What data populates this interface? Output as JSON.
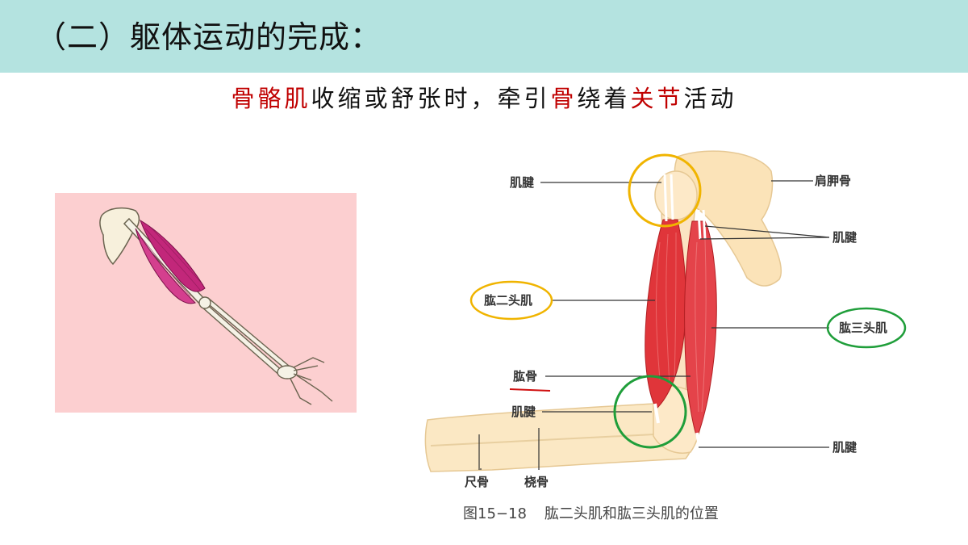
{
  "slide": {
    "title": "（二）躯体运动的完成：",
    "subtitle": {
      "part1": "骨骼肌",
      "part2": "收缩或舒张时，牵引",
      "part3": "骨",
      "part4": "绕着",
      "part5": "关节",
      "part6": "活动"
    }
  },
  "diagram": {
    "labels": {
      "tendon_top_left": "肌腱",
      "scapula": "肩胛骨",
      "tendon_top_right": "肌腱",
      "biceps": "肱二头肌",
      "triceps": "肱三头肌",
      "humerus": "肱骨",
      "tendon_mid_left": "肌腱",
      "tendon_bottom_right": "肌腱",
      "ulna": "尺骨",
      "radius": "桡骨"
    },
    "caption": {
      "figure_no": "图15−18",
      "text": "肱二头肌和肱三头肌的位置"
    }
  },
  "colors": {
    "header_bg": "#b4e3e0",
    "highlight_red": "#c00000",
    "circle_orange": "#f0b400",
    "circle_green": "#1f9e3a",
    "panel_pink": "#fccfd0"
  }
}
